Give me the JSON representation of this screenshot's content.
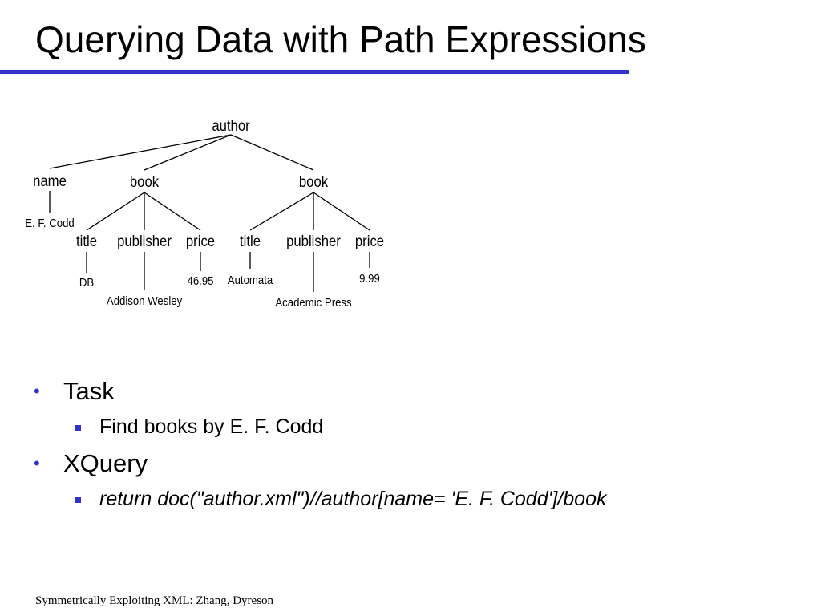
{
  "slide": {
    "title": "Querying Data with Path Expressions",
    "accent_color": "#3333cc"
  },
  "tree": {
    "root": "author",
    "name_node": "name",
    "name_value": "E. F. Codd",
    "books": [
      {
        "label": "book",
        "children": [
          {
            "label": "title",
            "value": "DB"
          },
          {
            "label": "publisher",
            "value": "Addison Wesley"
          },
          {
            "label": "price",
            "value": "46.95"
          }
        ]
      },
      {
        "label": "book",
        "children": [
          {
            "label": "title",
            "value": "Automata"
          },
          {
            "label": "publisher",
            "value": "Academic Press"
          },
          {
            "label": "price",
            "value": "9.99"
          }
        ]
      }
    ]
  },
  "bullets": [
    {
      "label": "Task",
      "sub": "Find books by E. F. Codd"
    },
    {
      "label": "XQuery",
      "sub": "return doc(\"author.xml\")//author[name= 'E. F. Codd']/book"
    }
  ],
  "bullet_marker": "•",
  "footer": "Symmetrically Exploiting XML: Zhang, Dyreson"
}
